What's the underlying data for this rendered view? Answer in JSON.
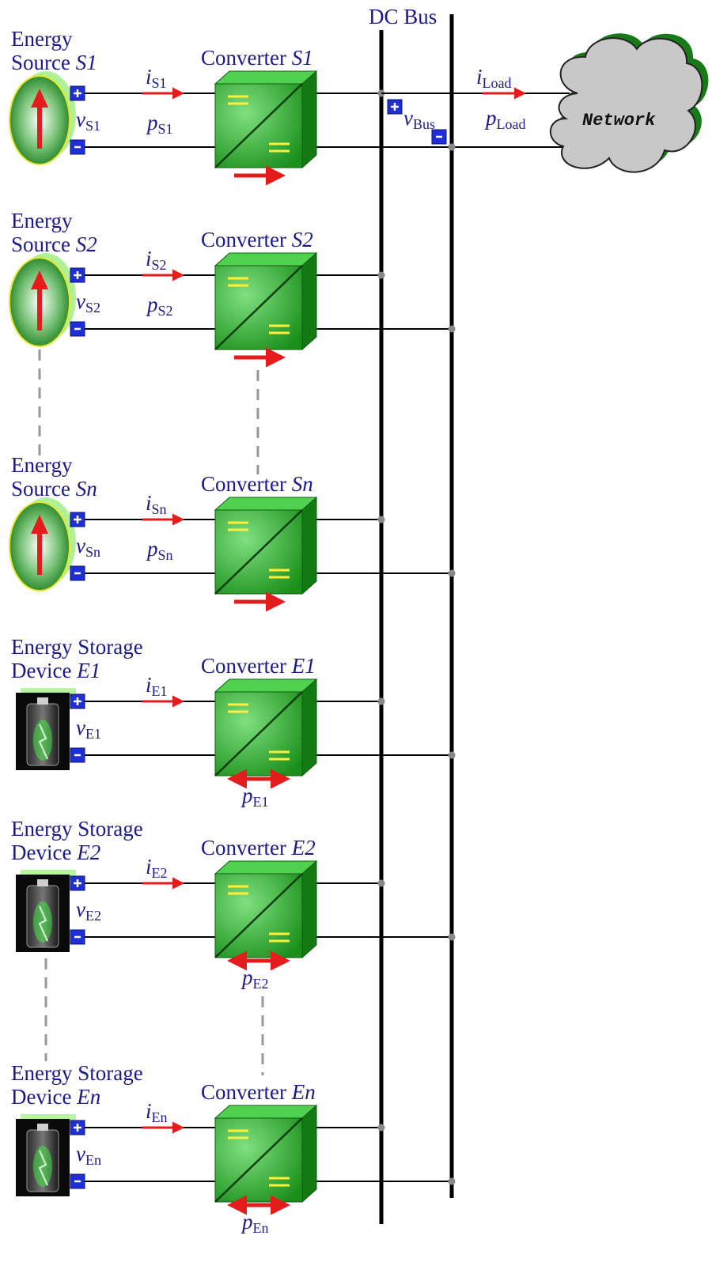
{
  "bus": {
    "title": "DC Bus",
    "voltage": {
      "sym": "v",
      "sub": "Bus"
    },
    "load_current": {
      "sym": "i",
      "sub": "Load"
    },
    "load_power": {
      "sym": "p",
      "sub": "Load"
    },
    "network_label": "Network",
    "plus": "+",
    "minus": "-"
  },
  "sources": [
    {
      "title1": "Energy",
      "title2": "Source ",
      "id": "S1",
      "conv": "Converter ",
      "cur": {
        "sym": "i",
        "sub": "S1"
      },
      "volt": {
        "sym": "v",
        "sub": "S1"
      },
      "pow": {
        "sym": "p",
        "sub": "S1"
      }
    },
    {
      "title1": "Energy",
      "title2": "Source ",
      "id": "S2",
      "conv": "Converter ",
      "cur": {
        "sym": "i",
        "sub": "S2"
      },
      "volt": {
        "sym": "v",
        "sub": "S2"
      },
      "pow": {
        "sym": "p",
        "sub": "S2"
      }
    },
    {
      "title1": "Energy",
      "title2": "Source ",
      "id": "Sn",
      "conv": "Converter ",
      "cur": {
        "sym": "i",
        "sub": "Sn"
      },
      "volt": {
        "sym": "v",
        "sub": "Sn"
      },
      "pow": {
        "sym": "p",
        "sub": "Sn"
      }
    }
  ],
  "storages": [
    {
      "title1": "Energy Storage",
      "title2": "Device ",
      "id": "E1",
      "conv": "Converter ",
      "cur": {
        "sym": "i",
        "sub": "E1"
      },
      "volt": {
        "sym": "v",
        "sub": "E1"
      },
      "pow": {
        "sym": "p",
        "sub": "E1"
      }
    },
    {
      "title1": "Energy Storage",
      "title2": "Device ",
      "id": "E2",
      "conv": "Converter ",
      "cur": {
        "sym": "i",
        "sub": "E2"
      },
      "volt": {
        "sym": "v",
        "sub": "E2"
      },
      "pow": {
        "sym": "p",
        "sub": "E2"
      }
    },
    {
      "title1": "Energy Storage",
      "title2": "Device ",
      "id": "En",
      "conv": "Converter ",
      "cur": {
        "sym": "i",
        "sub": "En"
      },
      "volt": {
        "sym": "v",
        "sub": "En"
      },
      "pow": {
        "sym": "p",
        "sub": "En"
      }
    }
  ],
  "converter_symbol": "=",
  "colors": {
    "label": "#1a1a8c",
    "arrow": "#e51c1c",
    "converter_face": "#22a122",
    "converter_top": "#4fd14f",
    "converter_side": "#137a13",
    "terminal": "#1f2fd6",
    "bus": "#000000",
    "cloud": "#c8c8c8",
    "dash": "#999999"
  },
  "icons": {
    "source": "current-source-icon",
    "storage": "battery-icon",
    "network": "cloud-icon"
  }
}
